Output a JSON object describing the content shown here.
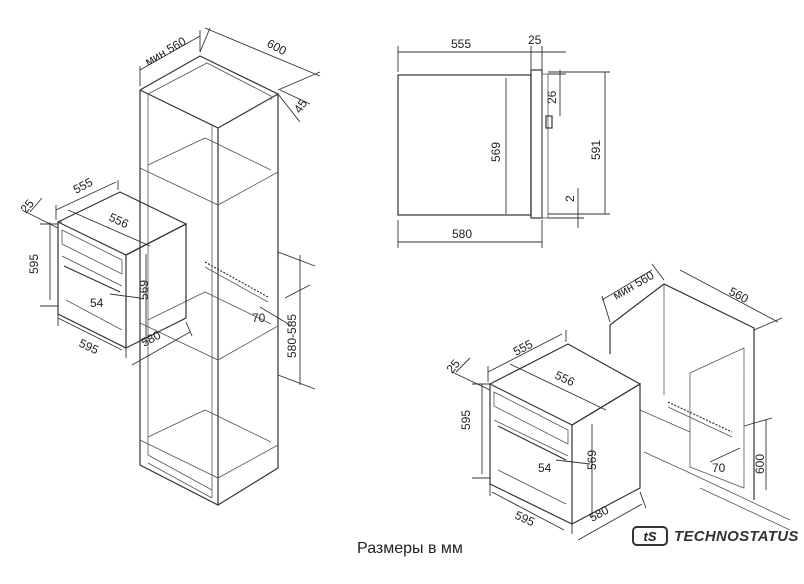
{
  "caption": "Размеры в мм",
  "brand": {
    "name": "TECHNOSTATUS",
    "logo_text": "tS"
  },
  "tall_cabinet": {
    "depth_min": "мин 560",
    "width": "600",
    "gap": "45",
    "niche_height": "580-585",
    "vent_depth": "70"
  },
  "oven_left": {
    "top_width": "555",
    "inner_width": "556",
    "front_depth": "25",
    "height": "595",
    "panel_height": "569",
    "handle_offset": "54",
    "front_width": "595",
    "depth": "580"
  },
  "side_view": {
    "body_width": "555",
    "front_thickness": "25",
    "top_offset": "26",
    "body_height": "569",
    "total_height": "591",
    "bottom_offset": "2",
    "total_depth": "580"
  },
  "undercounter": {
    "depth_min": "мин 560",
    "width": "560",
    "vent_depth": "70",
    "niche_height": "600"
  },
  "oven_right": {
    "top_width": "555",
    "inner_width": "556",
    "front_depth": "25",
    "height": "595",
    "panel_height": "569",
    "handle_offset": "54",
    "front_width": "595",
    "depth": "580"
  }
}
